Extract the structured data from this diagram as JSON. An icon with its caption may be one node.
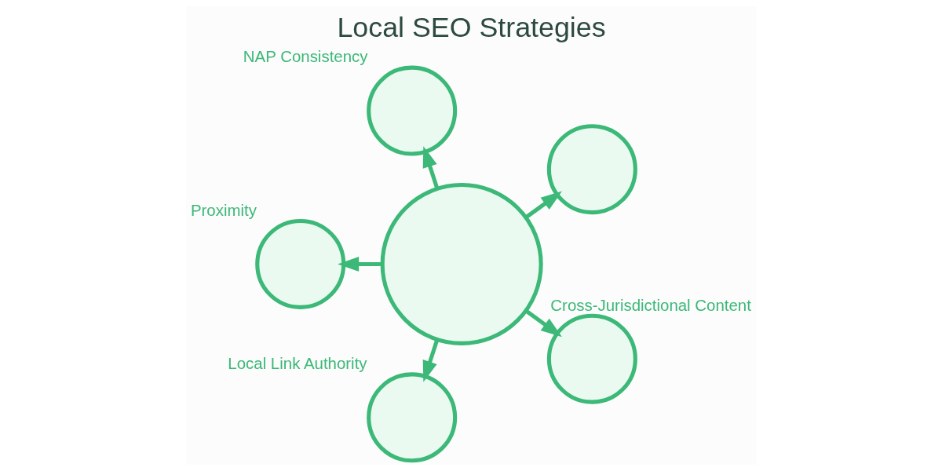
{
  "diagram": {
    "title": "Local SEO Strategies",
    "nodes": [
      {
        "text": [],
        "shape": "circle"
      },
      {
        "text": [],
        "shape": "circle"
      },
      {
        "text": [],
        "shape": "circle",
        "beside": [
          "NAP Consistency"
        ]
      },
      {
        "text": [],
        "shape": "circle",
        "beside": [
          "Proximity"
        ]
      },
      {
        "text": [],
        "shape": "circle",
        "beside": [
          "Local Link Authority"
        ]
      },
      {
        "text": [],
        "shape": "circle",
        "beside": [
          "Cross-Jurisdictional Content"
        ]
      }
    ],
    "edges": [
      {
        "from": 0,
        "to": 1,
        "arrow": "to"
      },
      {
        "from": 0,
        "to": 2,
        "arrow": "to"
      },
      {
        "from": 0,
        "to": 3,
        "arrow": "to"
      },
      {
        "from": 0,
        "to": 4,
        "arrow": "to"
      },
      {
        "from": 0,
        "to": 5,
        "arrow": "to"
      }
    ]
  }
}
